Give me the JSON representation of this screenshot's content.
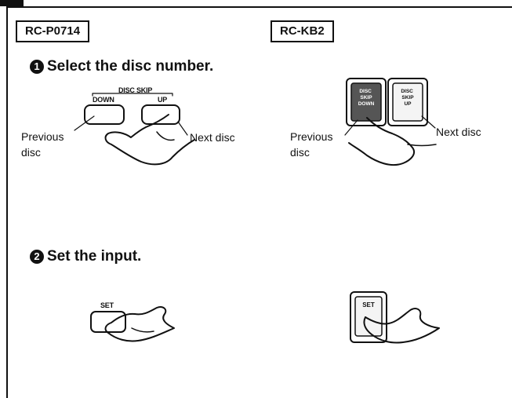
{
  "remotes": {
    "left_model": "RC-P0714",
    "right_model": "RC-KB2"
  },
  "step1": {
    "number": "1",
    "title": "Select the disc number.",
    "left": {
      "group_label": "DISC SKIP",
      "down_label": "DOWN",
      "up_label": "UP",
      "prev_caption": "Previous\ndisc",
      "next_caption": "Next disc"
    },
    "right": {
      "down_key_text": "DISC\nSKIP\nDOWN",
      "up_key_text": "DISC\nSKIP\nUP",
      "prev_caption": "Previous\ndisc",
      "next_caption": "Next disc"
    }
  },
  "step2": {
    "number": "2",
    "title": "Set the input.",
    "left_set_label": "SET",
    "right_set_label": "SET"
  }
}
